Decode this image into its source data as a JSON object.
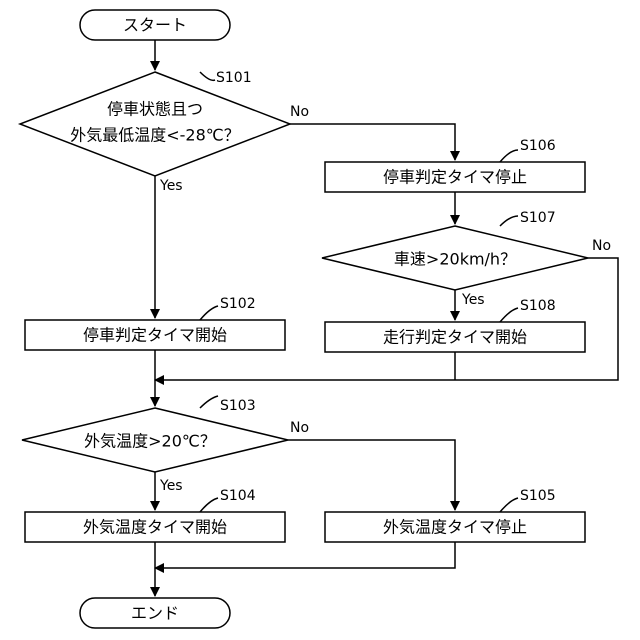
{
  "flowchart": {
    "start": "スタート",
    "end": "エンド",
    "yes": "Yes",
    "no": "No",
    "s101": {
      "id": "S101",
      "line1": "停車状態且つ",
      "line2": "外気最低温度<-28℃？"
    },
    "s102": {
      "id": "S102",
      "text": "停車判定タイマ開始"
    },
    "s103": {
      "id": "S103",
      "text": "外気温度>20℃？"
    },
    "s104": {
      "id": "S104",
      "text": "外気温度タイマ開始"
    },
    "s105": {
      "id": "S105",
      "text": "外気温度タイマ停止"
    },
    "s106": {
      "id": "S106",
      "text": "停車判定タイマ停止"
    },
    "s107": {
      "id": "S107",
      "text": "車速>20km/h？"
    },
    "s108": {
      "id": "S108",
      "text": "走行判定タイマ開始"
    }
  }
}
